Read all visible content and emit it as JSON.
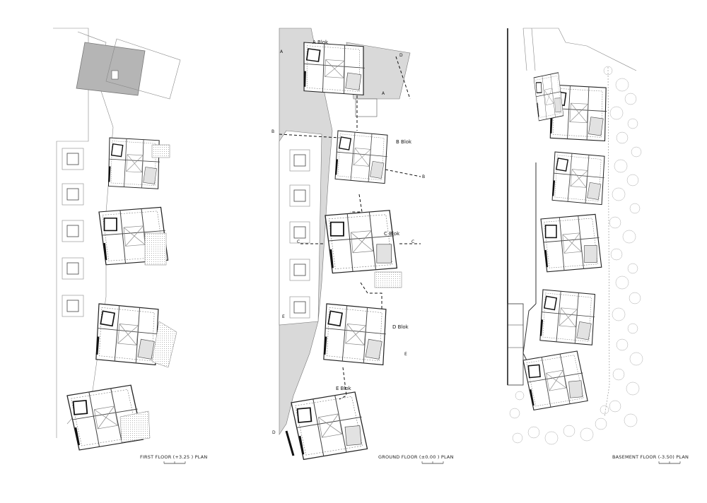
{
  "plans": [
    {
      "caption": "FIRST FLOOR (+3.25 ) PLAN"
    },
    {
      "caption": "GROUND FLOOR (±0.00 ) PLAN"
    },
    {
      "caption": "BASEMENT FLOOR (-3.50) PLAN"
    }
  ],
  "block_labels": [
    "A Blok",
    "B Blok",
    "C Blok",
    "D Blok",
    "E Blok"
  ],
  "section_markers": [
    "A",
    "A",
    "B",
    "B",
    "C",
    "C",
    "D",
    "D",
    "E",
    "E"
  ],
  "colors": {
    "line": "#111111",
    "thin_line": "#888888",
    "hatch": "#d9d9d9",
    "roof": "#b5b5b5",
    "tree": "#aaaaaa"
  }
}
